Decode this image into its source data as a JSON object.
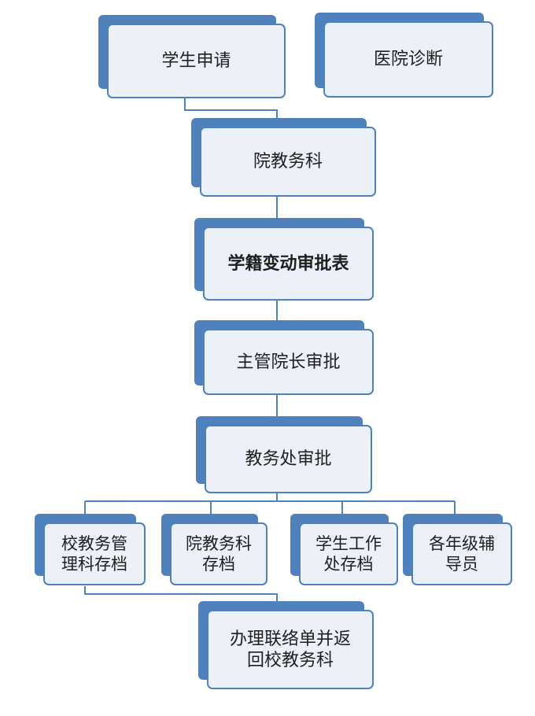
{
  "colors": {
    "node_shadow": "#4f81bd",
    "node_fill": "#ecf1f9",
    "node_border": "#4f81bd",
    "connector": "#4f81bd",
    "text": "#1f1f1f"
  },
  "nodes": {
    "student_apply": "学生申请",
    "hospital_diagnosis": "医院诊断",
    "college_academic_office": "院教务科",
    "status_change_form": "学籍变动审批表",
    "dean_approval": "主管院长审批",
    "academic_affairs_approval": "教务处审批",
    "school_academic_archive": "校教务管\n理科存档",
    "college_academic_archive": "院教务科\n存档",
    "student_affairs_archive": "学生工作\n处存档",
    "grade_counselors": "各年级辅\n导员",
    "contact_form_return": "办理联络单并返\n回校教务科"
  }
}
